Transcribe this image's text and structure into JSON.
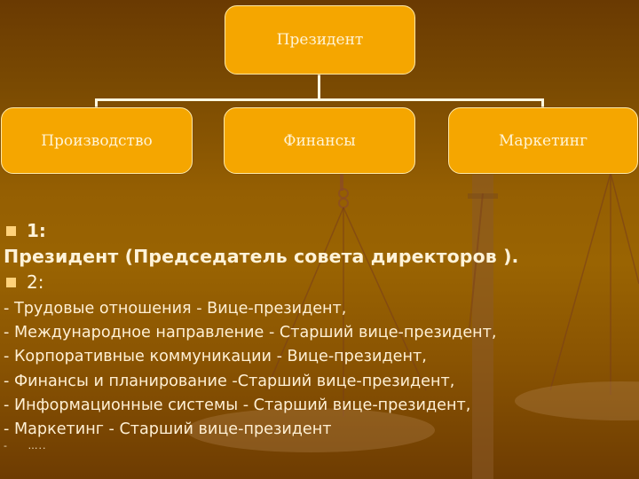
{
  "org_chart": {
    "root": {
      "label": "Президент"
    },
    "children": [
      {
        "label": "Производство"
      },
      {
        "label": "Финансы"
      },
      {
        "label": "Маркетинг"
      }
    ]
  },
  "content": {
    "bullet_1": {
      "marker": "1:",
      "text": "Президент (Председатель совета директоров )."
    },
    "bullet_2": {
      "marker": "2:"
    },
    "lines": [
      "- Трудовые отношения - Вице-президент,",
      "- Международное направление - Старший вице-президент,",
      "- Корпоративные коммуникации - Вице-президент,",
      "- Финансы и планирование -Старший вице-президент,",
      "- Информационные системы - Старший вице-президент,",
      "- Маркетинг - Старший вице-президент"
    ],
    "trailing": "- .....",
    "trailing_dash": "-",
    "trailing_dots": "….."
  },
  "colors": {
    "box_fill": "#f5a600",
    "box_border": "#ffe9a6",
    "bullet": "#ffd27a",
    "text": "#fff3d9",
    "background_top": "#6a3a02",
    "background_mid": "#9a6402"
  },
  "icons": {
    "bullet": "square-bullet-icon",
    "background": "scales-of-justice-icon"
  }
}
